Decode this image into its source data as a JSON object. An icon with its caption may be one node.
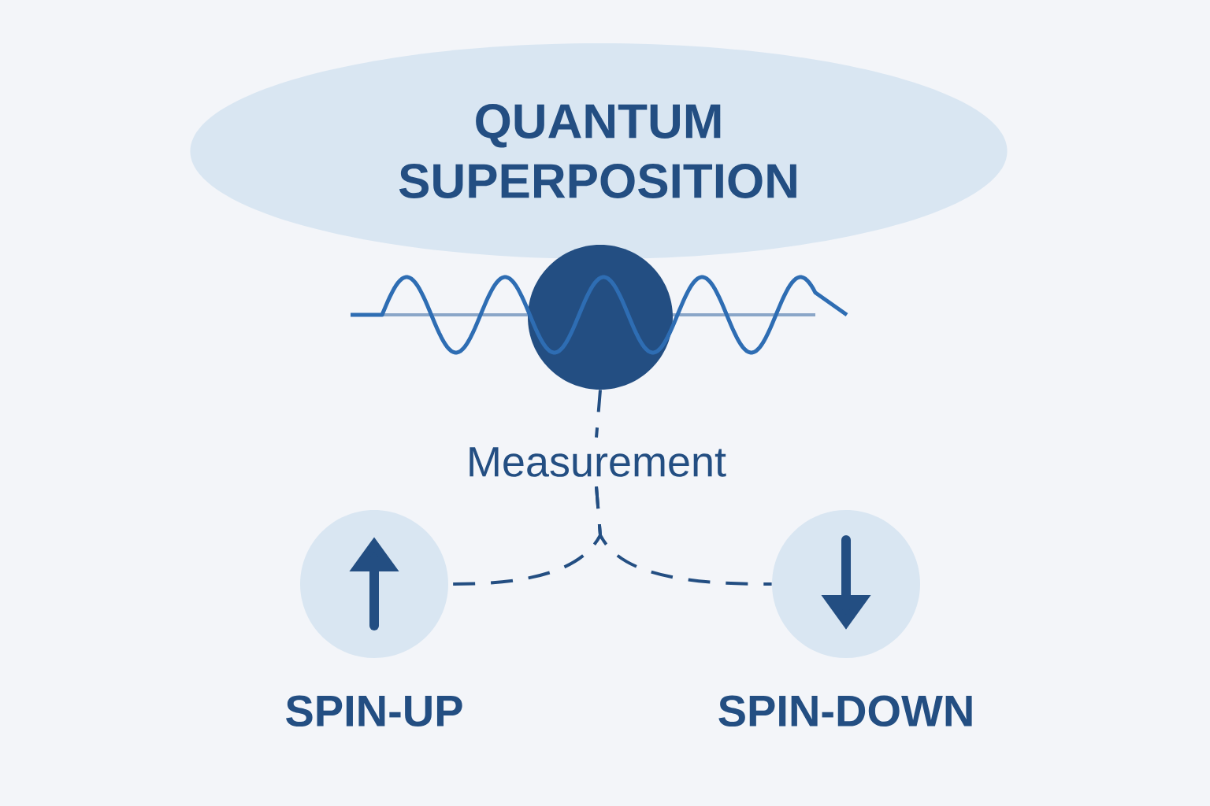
{
  "diagram": {
    "nodes": [
      {
        "text": [
          "QUANTUM SUPERPOSITION"
        ]
      },
      {
        "text": [],
        "shape": "circle"
      },
      {
        "text": [
          "Measurement"
        ]
      },
      {
        "text": [
          "SPIN-UP"
        ]
      },
      {
        "text": [
          "SPIN-DOWN"
        ]
      }
    ],
    "edges": [
      {
        "from": 1,
        "to": 2,
        "arrow": "none",
        "style": "dashed"
      },
      {
        "from": 2,
        "to": 3,
        "arrow": "none",
        "style": "dashed"
      },
      {
        "from": 2,
        "to": 4,
        "arrow": "none",
        "style": "dashed"
      }
    ]
  }
}
